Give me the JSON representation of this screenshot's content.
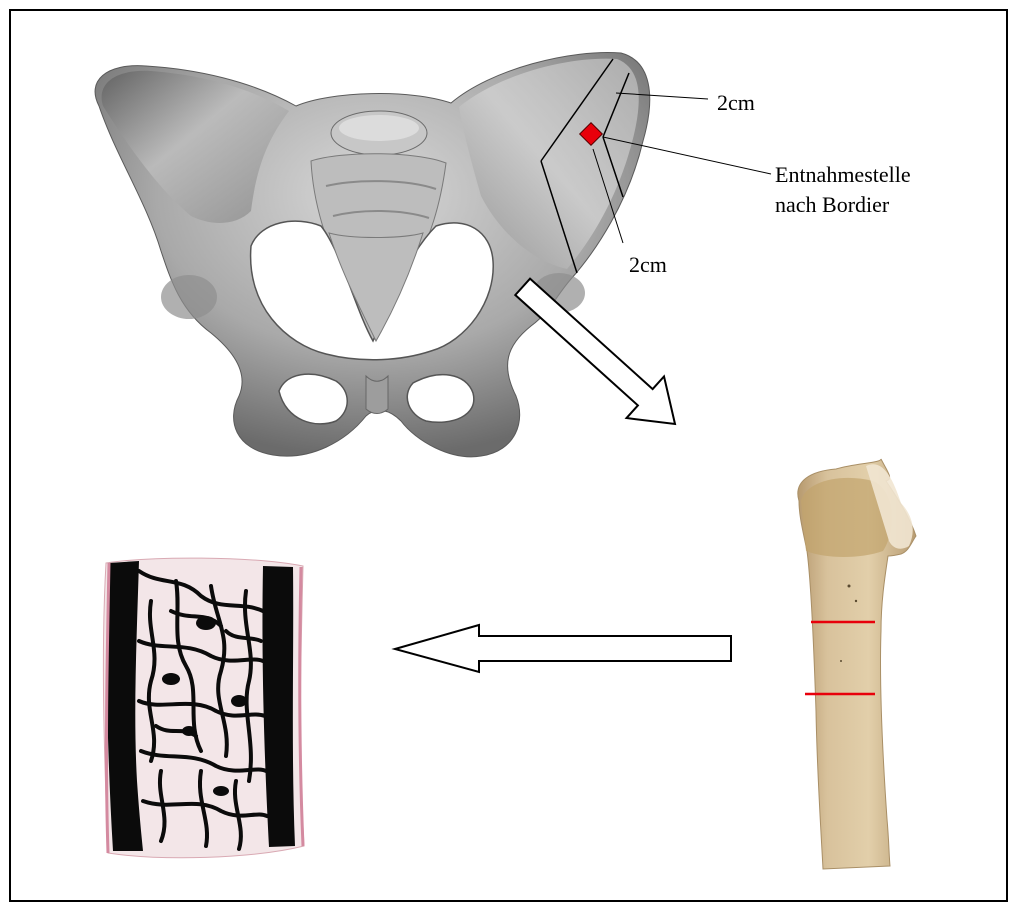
{
  "annotations": {
    "distance_top": "2cm",
    "distance_bottom": "2cm",
    "site_line1": "Entnahmestelle",
    "site_line2": "nach Bordier"
  },
  "colors": {
    "marker": "#e8000b",
    "bone_gray": "#a6a6a6",
    "biopsy_tan": "#d6bd93",
    "trabecular_black": "#0b0b0b",
    "section_pink": "#e7c9cf"
  },
  "icons": [
    "pelvis-illustration",
    "biopsy-core-photo",
    "histology-section",
    "arrow-down-right",
    "arrow-left"
  ]
}
